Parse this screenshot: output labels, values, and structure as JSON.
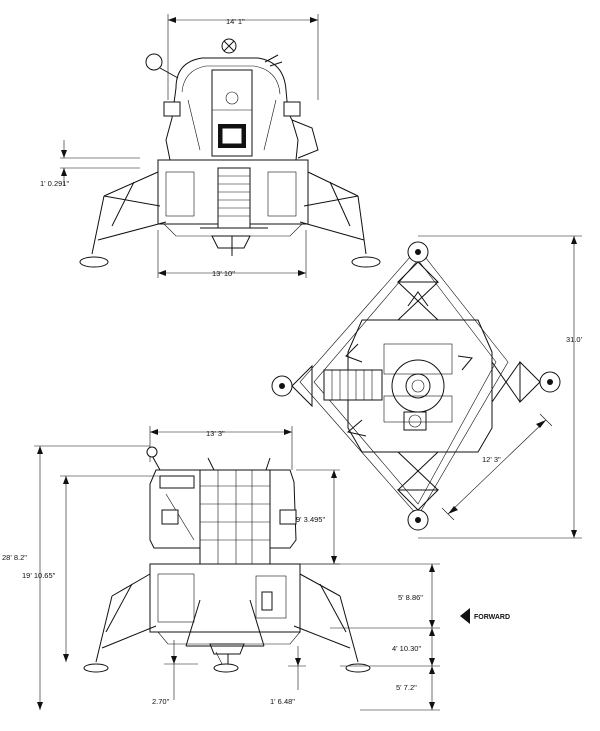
{
  "dimensions": {
    "front_top_width": "14' 1\"",
    "front_foot_width": "13' 10\"",
    "front_step_height": "1' 0.291\"",
    "plan_overall": "31.0'",
    "plan_diagonal": "12' 3\"",
    "side_top_width": "13' 3\"",
    "side_overall_height": "28' 8.2\"",
    "side_deck_height": "19' 10.65\"",
    "side_ascent_height": "9' 3.495\"",
    "side_upper_leg": "5' 8.86\"",
    "side_mid_leg": "4' 10.30\"",
    "side_lower_leg": "5' 7.2\"",
    "side_bell": "2.70\"",
    "side_pad": "1' 6.48\""
  },
  "forward_label": "FORWARD"
}
